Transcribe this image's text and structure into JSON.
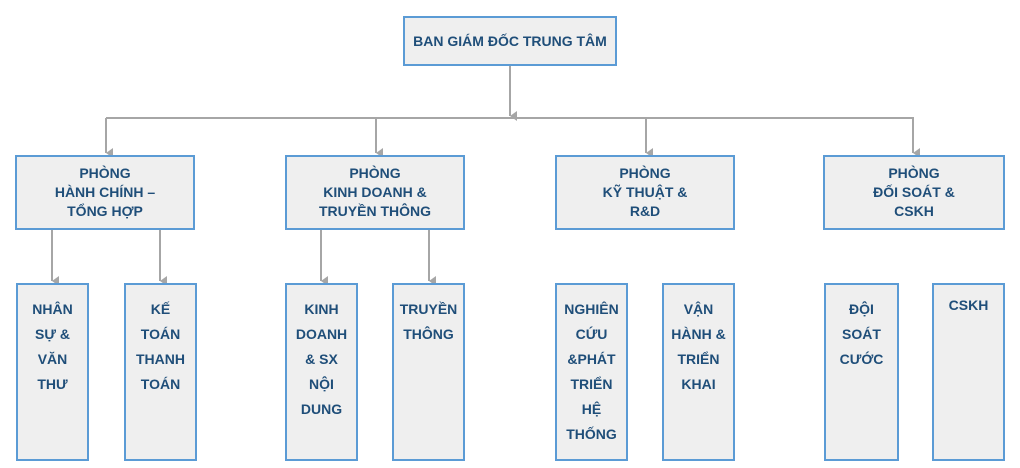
{
  "top": {
    "label": "BAN GIÁM ĐỐC TRUNG TÂM"
  },
  "departments": [
    {
      "lines": [
        "PHÒNG",
        "HÀNH CHÍNH –",
        "TỔNG HỢP"
      ]
    },
    {
      "lines": [
        "PHÒNG",
        "KINH DOANH &",
        "TRUYỀN THÔNG"
      ]
    },
    {
      "lines": [
        "PHÒNG",
        "KỸ THUẬT &",
        "R&D"
      ]
    },
    {
      "lines": [
        "PHÒNG",
        "ĐỐI SOÁT &",
        "CSKH"
      ]
    }
  ],
  "units": [
    {
      "lines": [
        "NHÂN",
        "SỰ &",
        "VĂN",
        "THƯ"
      ]
    },
    {
      "lines": [
        "KẾ",
        "TOÁN",
        "THANH",
        "TOÁN"
      ]
    },
    {
      "lines": [
        "KINH",
        "DOANH",
        "& SX",
        "NỘI",
        "DUNG"
      ]
    },
    {
      "lines": [
        "TRUYỀN",
        "THÔNG"
      ]
    },
    {
      "lines": [
        "NGHIÊN",
        "CỨU",
        "&PHÁT",
        "TRIỂN",
        "HỆ",
        "THỐNG"
      ]
    },
    {
      "lines": [
        "VẬN",
        "HÀNH &",
        "TRIỂN",
        "KHAI"
      ]
    },
    {
      "lines": [
        "ĐỘI",
        "SOÁT",
        "CƯỚC"
      ]
    },
    {
      "lines": [
        "CSKH"
      ]
    }
  ],
  "colors": {
    "box_border": "#5b9bd5",
    "box_fill": "#efefef",
    "text": "#1f4e79",
    "connector": "#a6a6a6"
  }
}
